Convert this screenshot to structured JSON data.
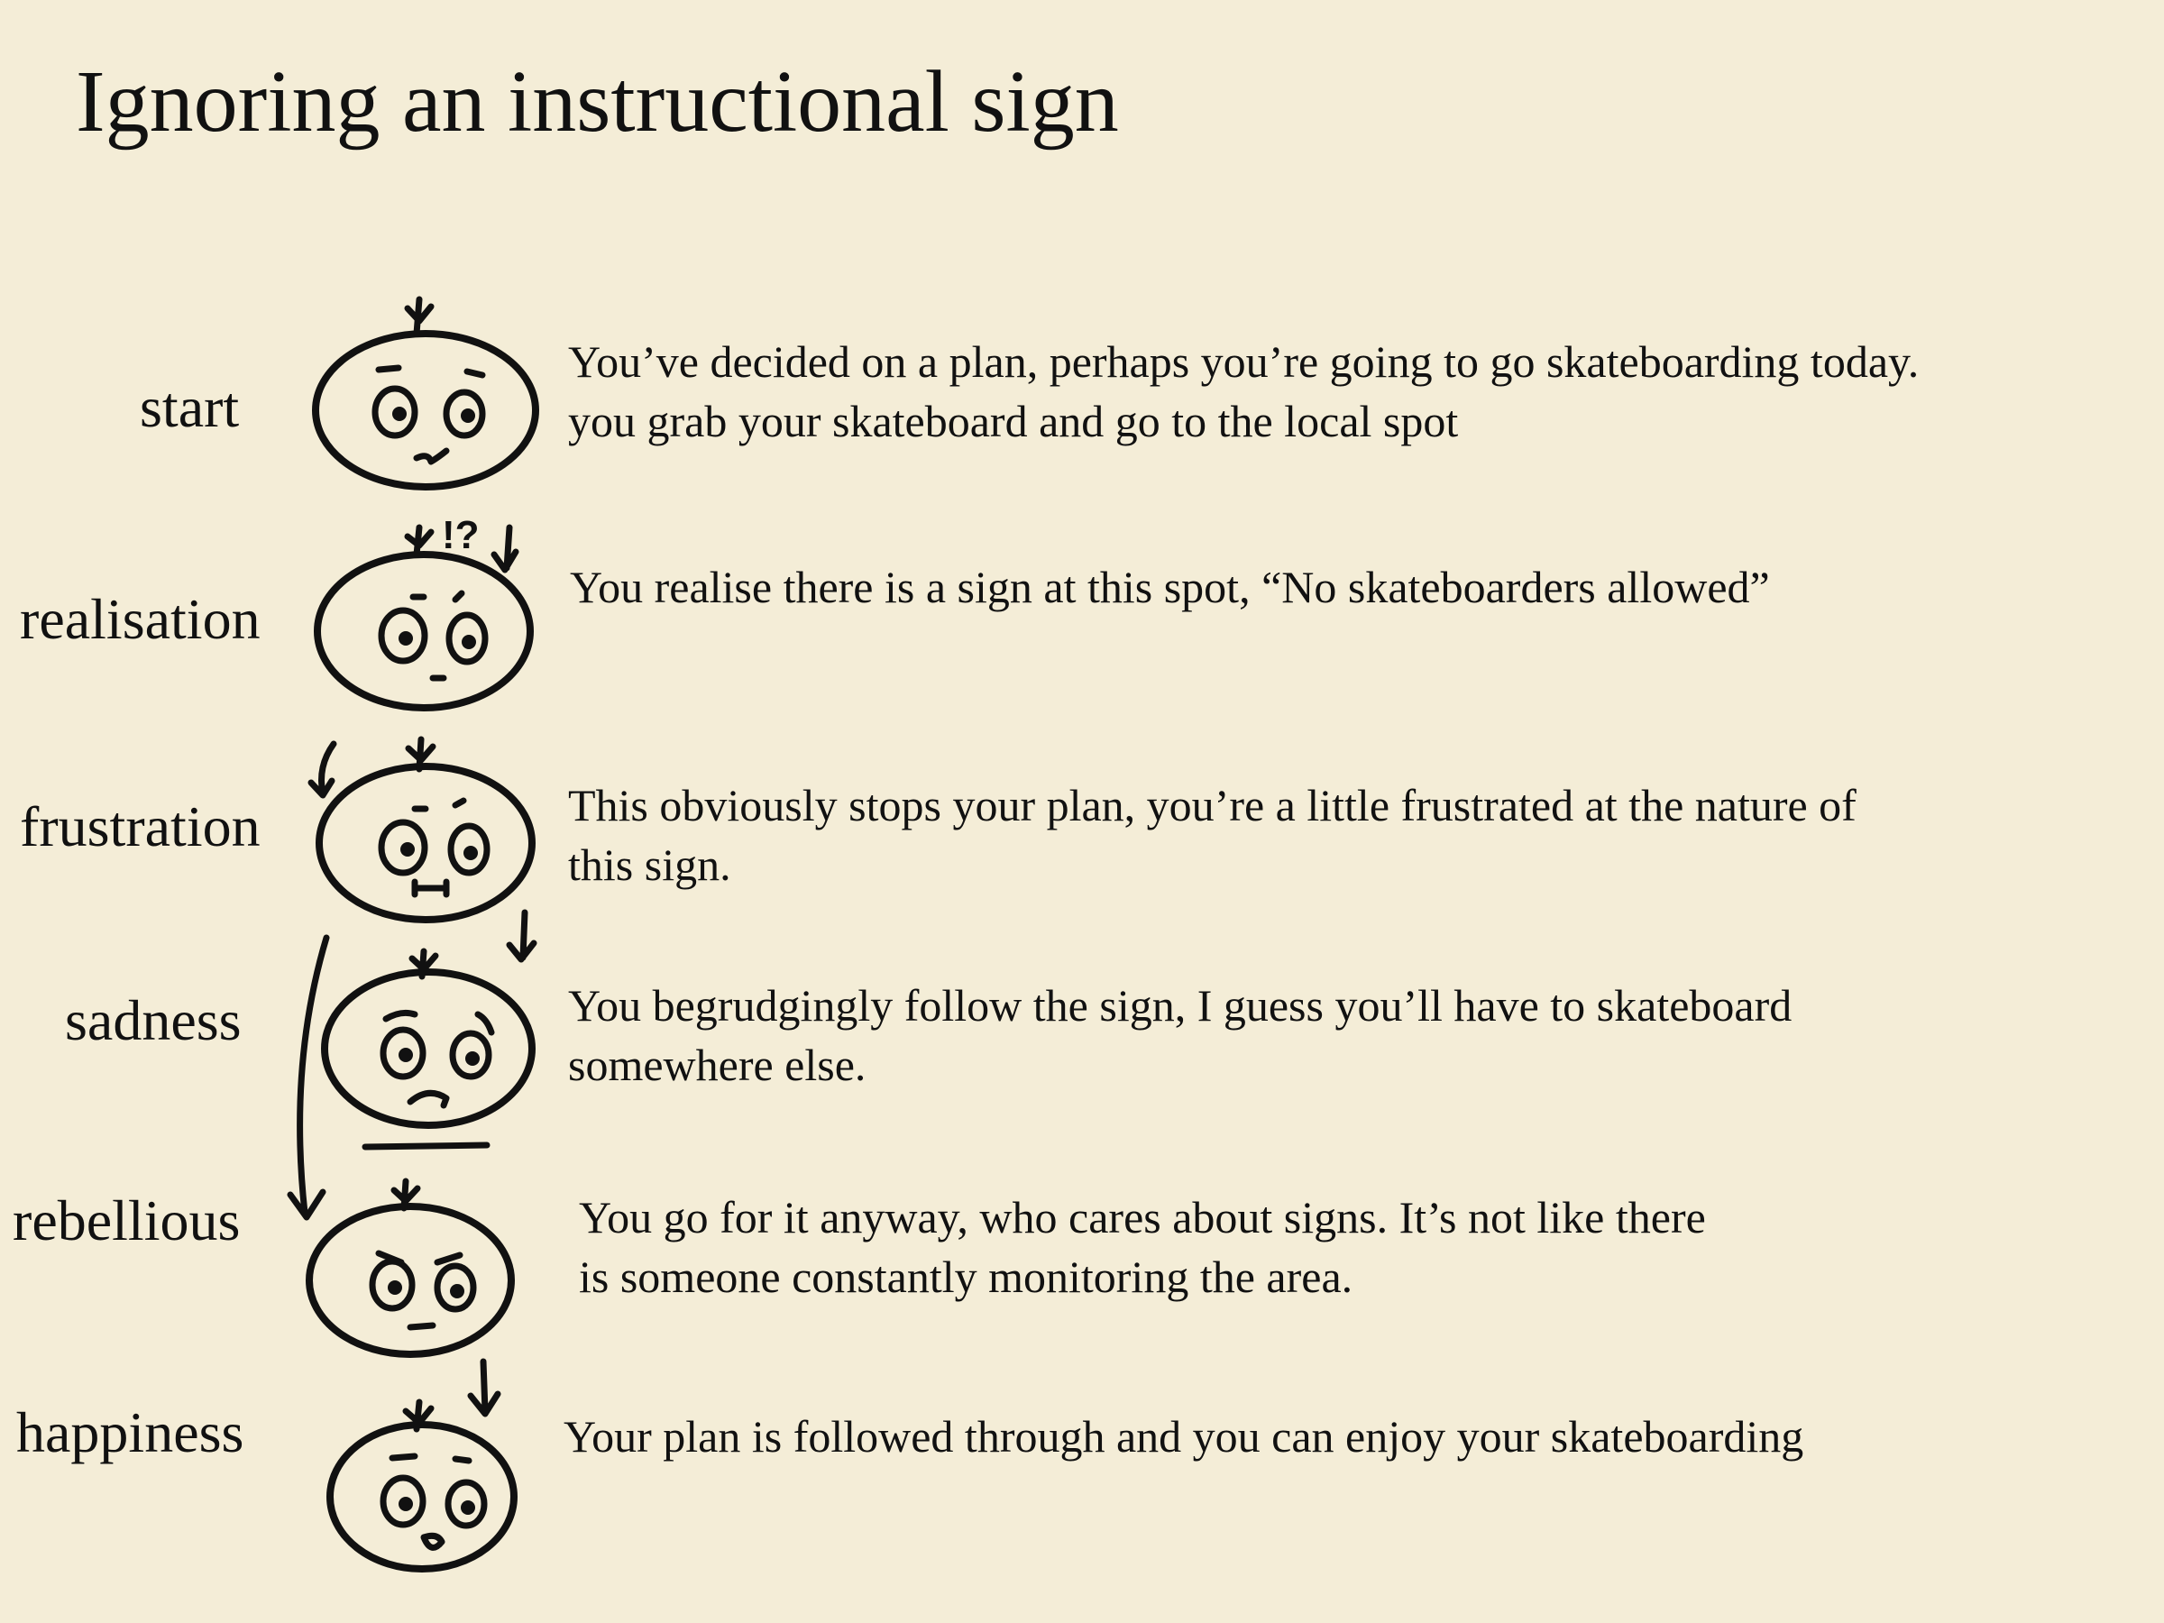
{
  "title": "Ignoring an instructional sign",
  "stages": [
    {
      "label": "start",
      "lines": [
        "You’ve decided on a plan, perhaps you’re going to go skateboarding today.",
        "you grab your skateboard and go to the local spot"
      ]
    },
    {
      "label": "realisation",
      "lines": [
        "You realise there is a sign at this spot, “No skateboarders allowed”"
      ]
    },
    {
      "label": "frustration",
      "lines": [
        "This obviously stops your plan, you’re a little frustrated at the nature of",
        "this sign."
      ]
    },
    {
      "label": "sadness",
      "lines": [
        "You begrudgingly follow the sign, I guess you’ll have to skateboard",
        "somewhere else."
      ]
    },
    {
      "label": "rebellious",
      "lines": [
        "You go for it anyway, who cares about signs. It’s not like there",
        "is someone constantly monitoring the area."
      ]
    },
    {
      "label": "happiness",
      "lines": [
        "Your plan is followed through and you can enjoy your skateboarding"
      ]
    }
  ],
  "doodle": {
    "surprise_marks": "!?"
  }
}
